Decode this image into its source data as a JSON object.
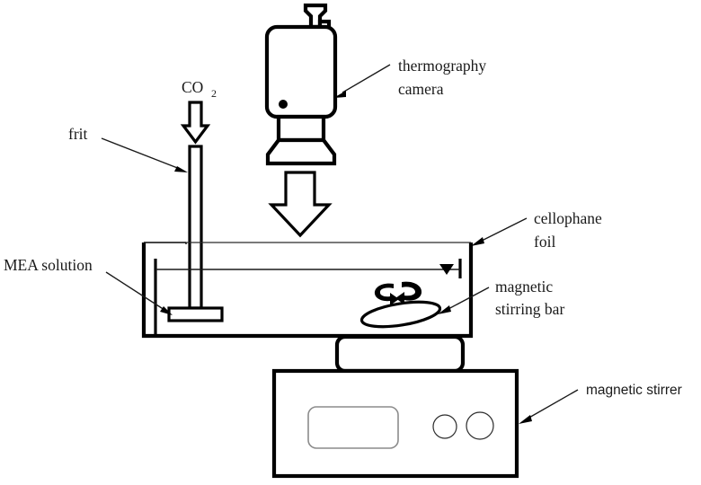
{
  "figure": {
    "title": "Experimental setup for CO2 absorption into MEA solution observed by thermography",
    "background_color": "#ffffff",
    "line_color": "#000000",
    "text_color": "#1a1a1a"
  },
  "labels": {
    "co2": {
      "text": "CO",
      "subscript": "2",
      "full": "CO2"
    },
    "frit": "frit",
    "mea_solution": "MEA solution",
    "thermography_camera_line1": "thermography",
    "thermography_camera_line2": "camera",
    "cellophane_foil_line1": "cellophane",
    "cellophane_foil_line2": "foil",
    "magnetic_stirring_bar_line1": "magnetic",
    "magnetic_stirring_bar_line2": "stirring bar",
    "magnetic_stirrer": "magnetic stirrer"
  },
  "components": {
    "camera": "thermography camera body with viewfinder, indicator dot and lens",
    "gas_inlet_tube": "vertical CO2 inlet tube terminating in a frit",
    "vessel": "rectangular reaction vessel containing MEA solution",
    "liquid_level": "solution surface line with level marker",
    "stir_bar": "elliptical magnetic stirring bar with rotation arrows",
    "stirrer_plate": "raised stirring plate top",
    "stirrer_base": "magnetic stirrer console with display and two control knobs",
    "ir_beam_arrow": "large hollow downward arrow from camera to vessel",
    "co2_flow_arrow": "hollow downward arrow indicating CO2 flow"
  }
}
